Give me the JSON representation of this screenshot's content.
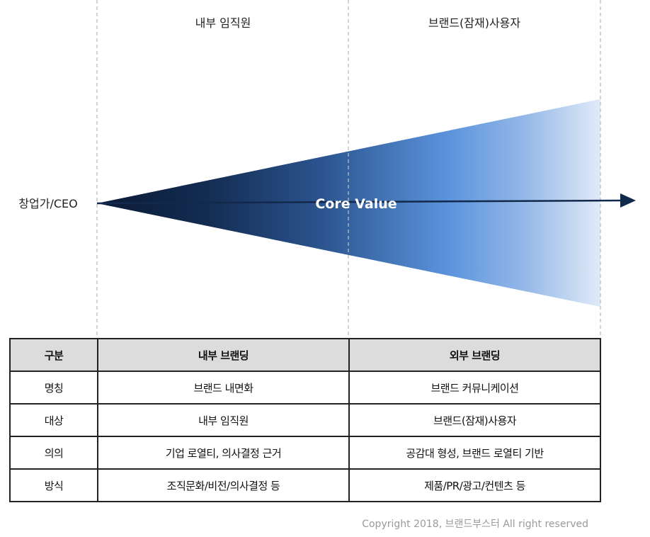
{
  "diagram": {
    "header_internal": "내부 임직원",
    "header_external": "브랜드(잠재)사용자",
    "origin_label": "창업가/CEO",
    "core_label": "Core Value",
    "colors": {
      "dark_navy": "#0b1a35",
      "mid_blue": "#4f8ad9",
      "pale_blue": "#dde8f7",
      "arrow": "#13294b",
      "divider": "#bbbbbb"
    }
  },
  "table": {
    "headers": [
      "구분",
      "내부 브랜딩",
      "외부 브랜딩"
    ],
    "rows": [
      [
        "명칭",
        "브랜드 내면화",
        "브랜드 커뮤니케이션"
      ],
      [
        "대상",
        "내부 임직원",
        "브랜드(잠재)사용자"
      ],
      [
        "의의",
        "기업 로열티, 의사결정 근거",
        "공감대 형성, 브랜드 로열티 기반"
      ],
      [
        "방식",
        "조직문화/비전/의사결정 등",
        "제품/PR/광고/컨텐츠 등"
      ]
    ]
  },
  "footer": {
    "copyright": "Copyright 2018,  브랜드부스터 All right reserved"
  }
}
